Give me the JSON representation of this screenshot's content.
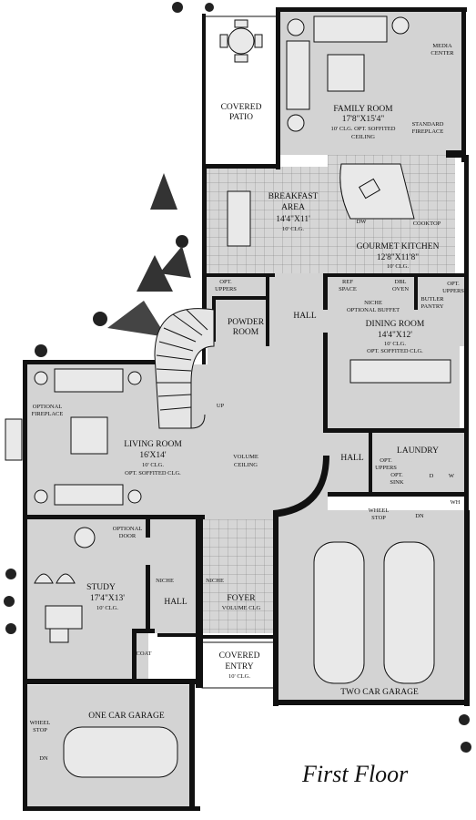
{
  "title": "First Floor",
  "rooms": {
    "covered_patio": "COVERED\nPATIO",
    "family_room": {
      "name": "FAMILY ROOM",
      "dim": "17'8\"X15'4\"",
      "note1": "10' CLG. OPT. SOFFITED",
      "note2": "CEILING"
    },
    "media_center": "MEDIA\nCENTER",
    "standard_fireplace": "STANDARD\nFIREPLACE",
    "breakfast": {
      "name1": "BREAKFAST",
      "name2": "AREA",
      "dim": "14'4\"X11'",
      "note": "10' CLG."
    },
    "dw": "DW",
    "cooktop": "COOKTOP",
    "kitchen": {
      "name": "GOURMET KITCHEN",
      "dim": "12'8\"X11'8\"",
      "note": "10' CLG."
    },
    "opt_uppers_left": "OPT.\nUPPERS",
    "powder_room": "POWDER\nROOM",
    "hall_top": "HALL",
    "ref_space": "REF\nSPACE",
    "dbl_oven": "DBL\nOVEN",
    "niche_buffet": "NICHE\nOPTIONAL BUFFET",
    "opt_uppers_right": "OPT.\nUPPERS",
    "butler_pantry": "BUTLER\nPANTRY",
    "dining": {
      "name": "DINING ROOM",
      "dim": "14'4\"X12'",
      "note": "10' CLG.",
      "note2": "OPT. SOFFITED CLG."
    },
    "up": "UP",
    "optional_fireplace": "OPTIONAL\nFIREPLACE",
    "living": {
      "name": "LIVING ROOM",
      "dim": "16'X14'",
      "note1": "10' CLG.",
      "note2": "OPT. SOFFITED CLG."
    },
    "volume_ceiling": "VOLUME\nCEILING",
    "hall_mid": "HALL",
    "laundry": "LAUNDRY",
    "opt_uppers_laundry": "OPT.\nUPPERS",
    "opt_sink": "OPT.\nSINK",
    "d": "D",
    "w": "W",
    "wh": "WH",
    "wheel_stop_right": "WHEEL\nSTOP",
    "dn_right": "DN",
    "optional_door": "OPTIONAL\nDOOR",
    "study": {
      "name": "STUDY",
      "dim": "17'4\"X13'",
      "note": "10' CLG."
    },
    "niche_left": "NICHE",
    "niche_right": "NICHE",
    "hall_lower": "HALL",
    "foyer": {
      "name": "FOYER",
      "note": "VOLUME CLG"
    },
    "coat": "COAT",
    "covered_entry": {
      "name1": "COVERED",
      "name2": "ENTRY",
      "note": "10' CLG."
    },
    "two_car_garage": "TWO CAR GARAGE",
    "one_car_garage": "ONE CAR GARAGE",
    "wheel_stop_left": "WHEEL\nSTOP",
    "dn_left": "DN"
  }
}
